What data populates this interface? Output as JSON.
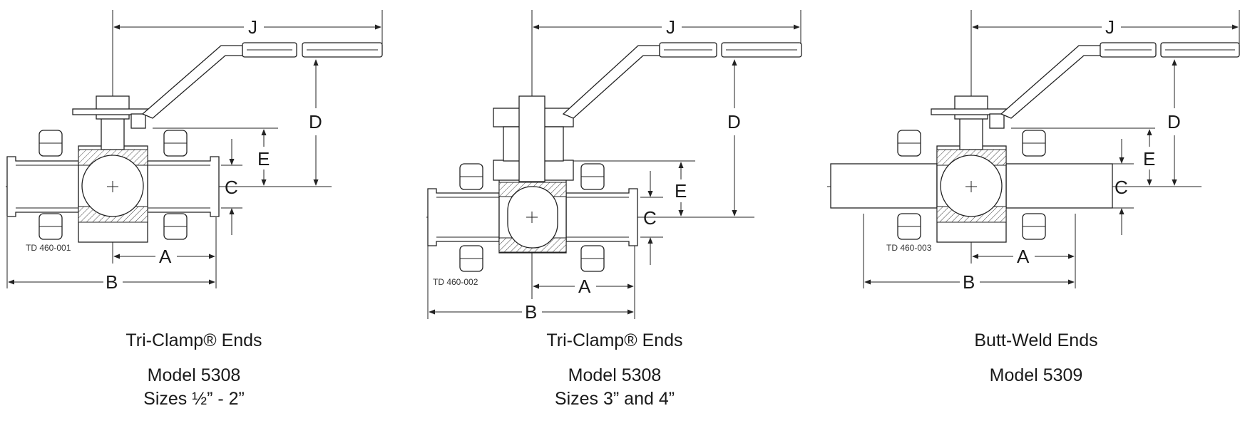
{
  "diagrams": [
    {
      "id": "tri-clamp-small",
      "drawing_no": "TD 460-001",
      "title": "Tri-Clamp® Ends",
      "lines": [
        "Model 5308",
        "Sizes ½” - 2”"
      ],
      "dimensions": [
        "J",
        "D",
        "E",
        "C",
        "A",
        "B"
      ]
    },
    {
      "id": "tri-clamp-large",
      "drawing_no": "TD 460-002",
      "title": "Tri-Clamp® Ends",
      "lines": [
        "Model 5308",
        "Sizes 3” and 4”"
      ],
      "dimensions": [
        "J",
        "D",
        "E",
        "C",
        "A",
        "B"
      ]
    },
    {
      "id": "butt-weld",
      "drawing_no": "TD 460-003",
      "title": "Butt-Weld Ends",
      "lines": [
        "Model 5309"
      ],
      "dimensions": [
        "J",
        "D",
        "E",
        "C",
        "A",
        "B"
      ]
    }
  ]
}
